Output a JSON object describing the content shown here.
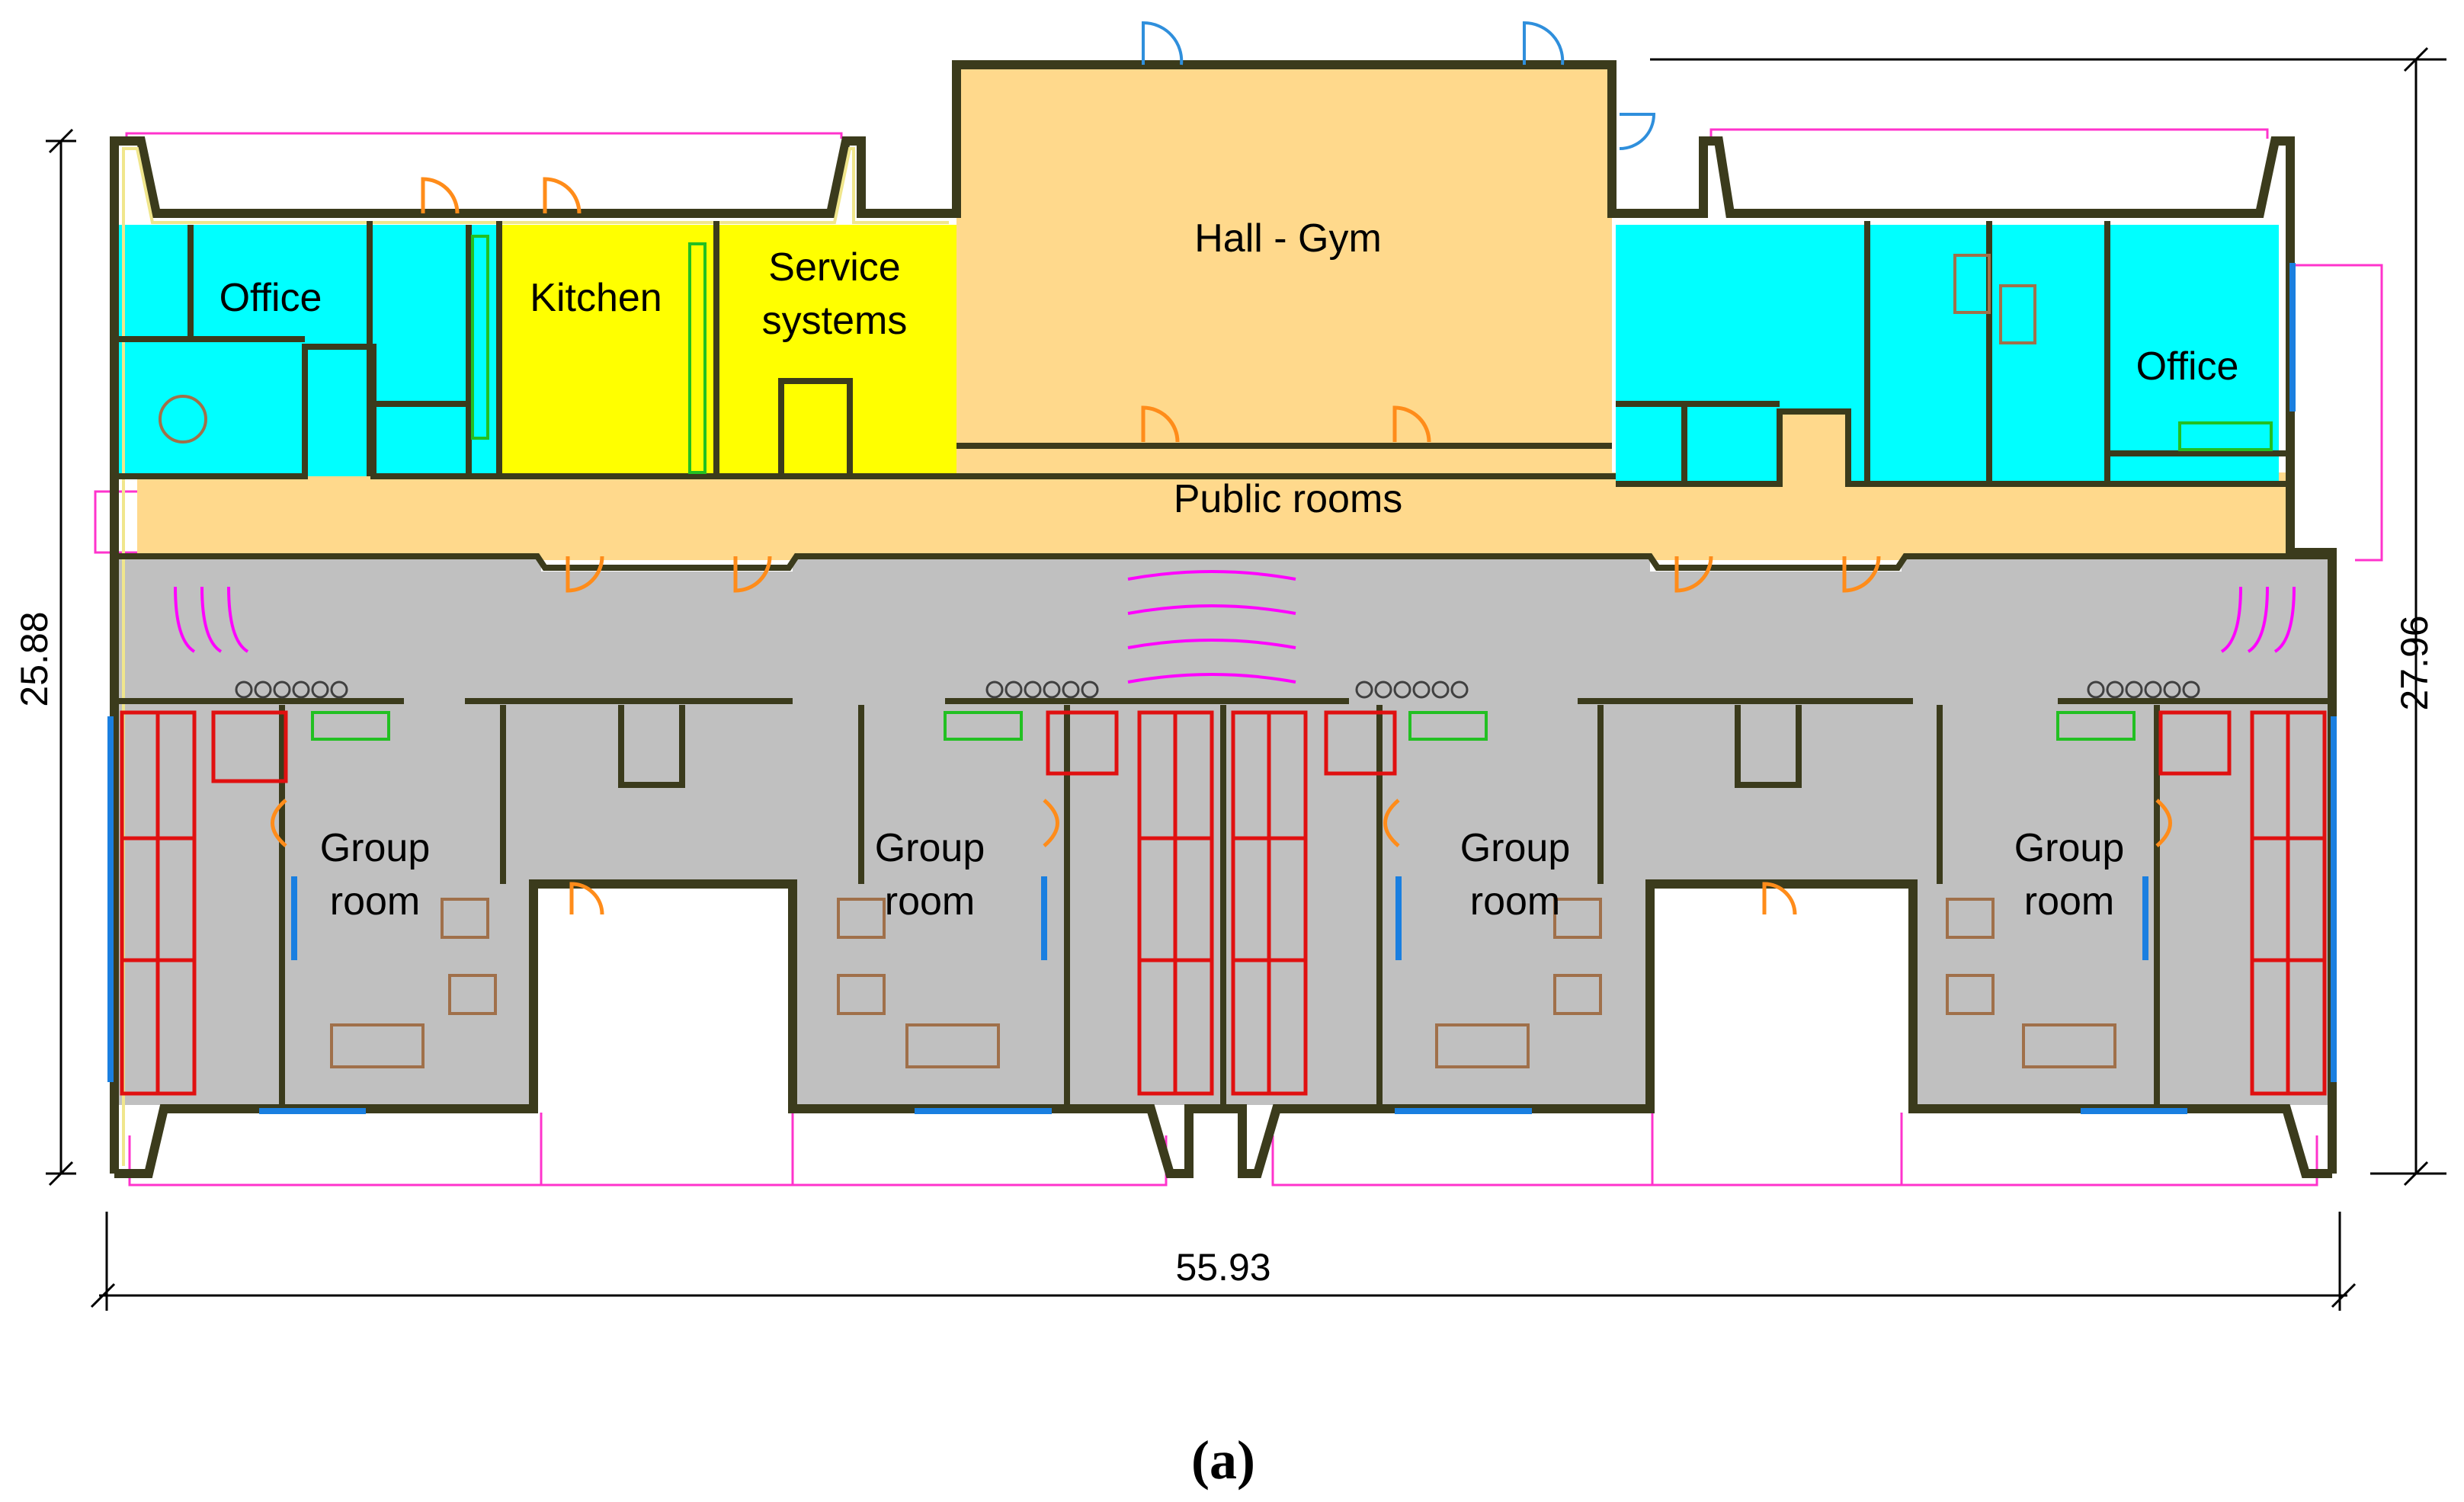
{
  "rooms": {
    "office_left": "Office",
    "kitchen": "Kitchen",
    "service_line1": "Service",
    "service_line2": "systems",
    "hall": "Hall - Gym",
    "office_right": "Office",
    "public": "Public rooms",
    "group_line1": "Group",
    "group_line2": "room"
  },
  "dimensions": {
    "left_height": "25.88",
    "right_height": "27.96",
    "total_width": "55.93"
  },
  "caption": "(a)",
  "colors": {
    "public_rooms": "#ffd98c",
    "kitchen": "#ffff00",
    "offices": "#00ffff",
    "group_rooms": "#c0c0c0",
    "walls": "#3b3b1c",
    "beds": "#e01010",
    "doors": "#ff8c1a",
    "dimension_marks": "#ff33cc"
  }
}
